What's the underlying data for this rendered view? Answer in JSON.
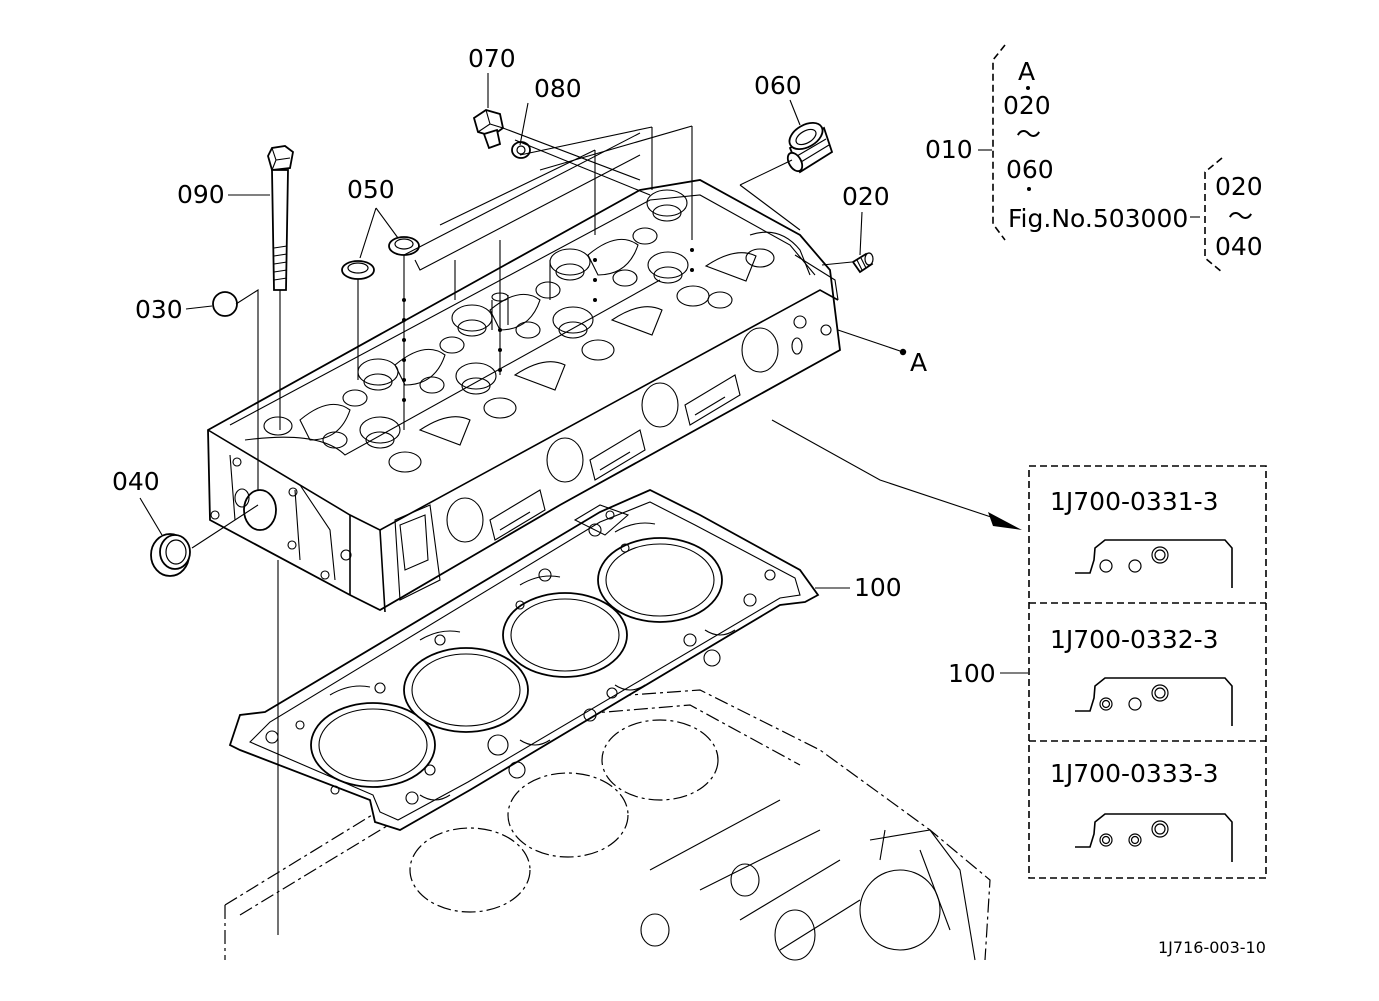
{
  "diagram": {
    "callouts": {
      "p070": "070",
      "p080": "080",
      "p060": "060",
      "p090": "090",
      "p050": "050",
      "p020": "020",
      "p030": "030",
      "p040": "040",
      "p100_gasket": "100",
      "p100_variants": "100",
      "ref_a": "A"
    },
    "legend": {
      "group_label": "010",
      "items": {
        "a": "A",
        "dot1": "・",
        "from": "020",
        "tilde1": "～",
        "to": "060",
        "dot2": "・",
        "fig_ref": "Fig.No.503000"
      },
      "sub_range": {
        "from": "020",
        "tilde": "～",
        "to": "040"
      }
    },
    "variants": [
      {
        "part_no": "1J700-0331-3",
        "marks": 1
      },
      {
        "part_no": "1J700-0332-3",
        "marks": 2
      },
      {
        "part_no": "1J700-0333-3",
        "marks": 3
      }
    ],
    "figure_code": "1J716-003-10"
  }
}
